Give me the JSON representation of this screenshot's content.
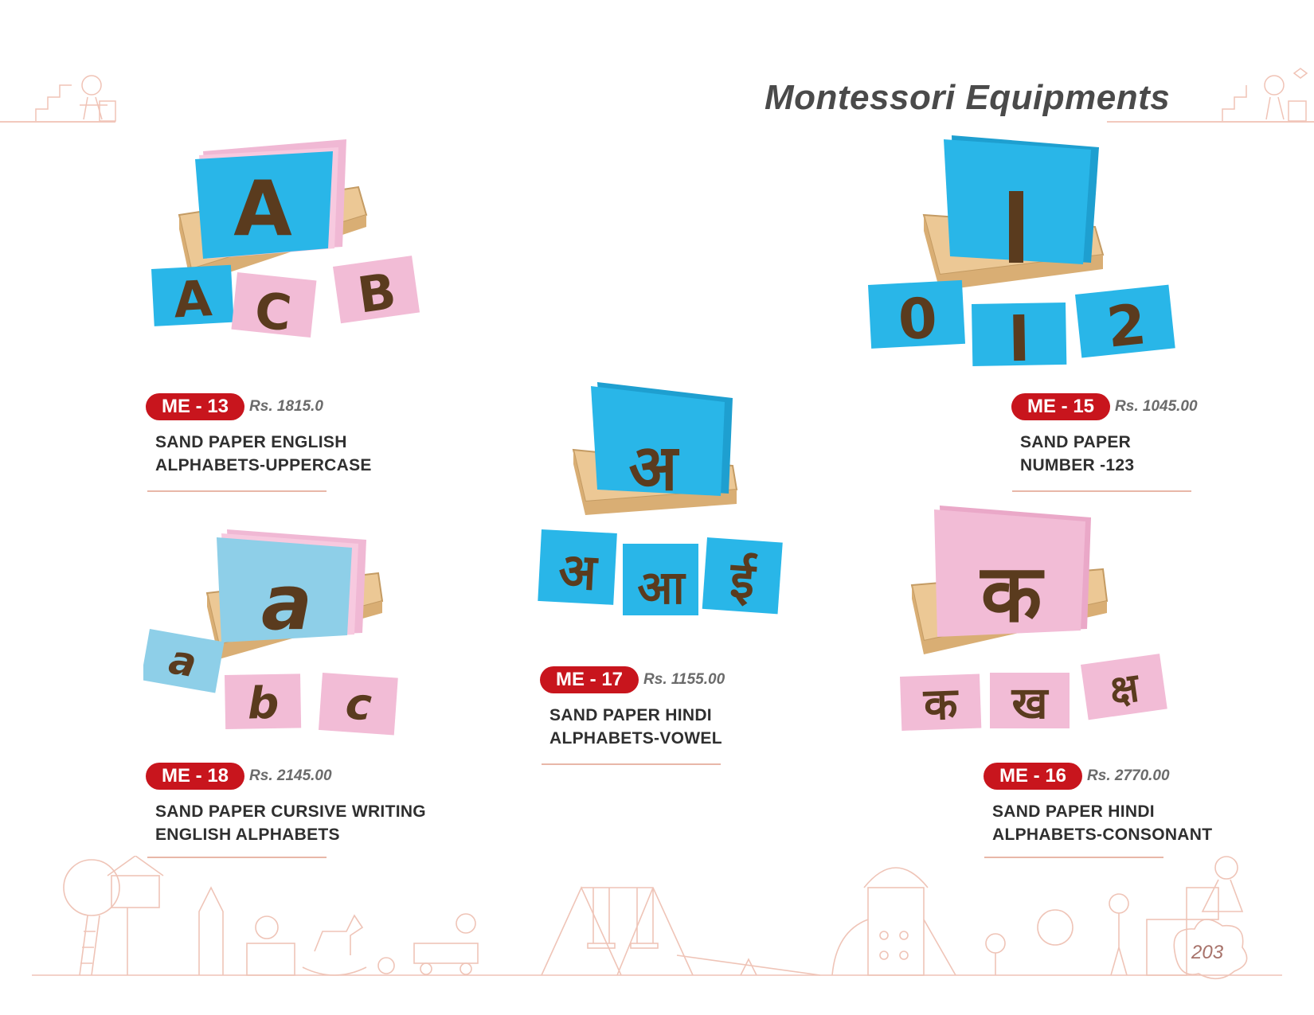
{
  "page": {
    "title": "Montessori Equipments",
    "page_number": "203",
    "accent_color": "#c8151d",
    "card_blue": "#29b6e8",
    "card_pink": "#f2bcd6",
    "letter_brown": "#5a3b1e",
    "tray_wood": "#e9c48f"
  },
  "products": [
    {
      "code": "ME - 13",
      "price": "Rs. 1815.0",
      "name_line1": "SAND PAPER ENGLISH",
      "name_line2": "ALPHABETS-UPPERCASE",
      "image": {
        "front_card": "A",
        "small_cards": [
          "A",
          "C",
          "B"
        ]
      }
    },
    {
      "code": "ME - 15",
      "price": "Rs. 1045.00",
      "name_line1": "SAND PAPER",
      "name_line2": "NUMBER -123",
      "image": {
        "front_card": "1",
        "small_cards": [
          "0",
          "1",
          "2"
        ]
      }
    },
    {
      "code": "ME - 17",
      "price": "Rs. 1155.00",
      "name_line1": "SAND PAPER HINDI",
      "name_line2": "ALPHABETS-VOWEL",
      "image": {
        "front_card": "अ",
        "small_cards": [
          "अ",
          "आ",
          "ई"
        ]
      }
    },
    {
      "code": "ME - 18",
      "price": "Rs. 2145.00",
      "name_line1": "SAND PAPER CURSIVE WRITING",
      "name_line2": "ENGLISH ALPHABETS",
      "image": {
        "front_card": "a",
        "small_cards": [
          "a",
          "b",
          "c"
        ]
      }
    },
    {
      "code": "ME - 16",
      "price": "Rs. 2770.00",
      "name_line1": "SAND PAPER HINDI",
      "name_line2": "ALPHABETS-CONSONANT",
      "image": {
        "front_card": "क",
        "small_cards": [
          "क",
          "ख",
          "क्ष"
        ]
      }
    }
  ]
}
